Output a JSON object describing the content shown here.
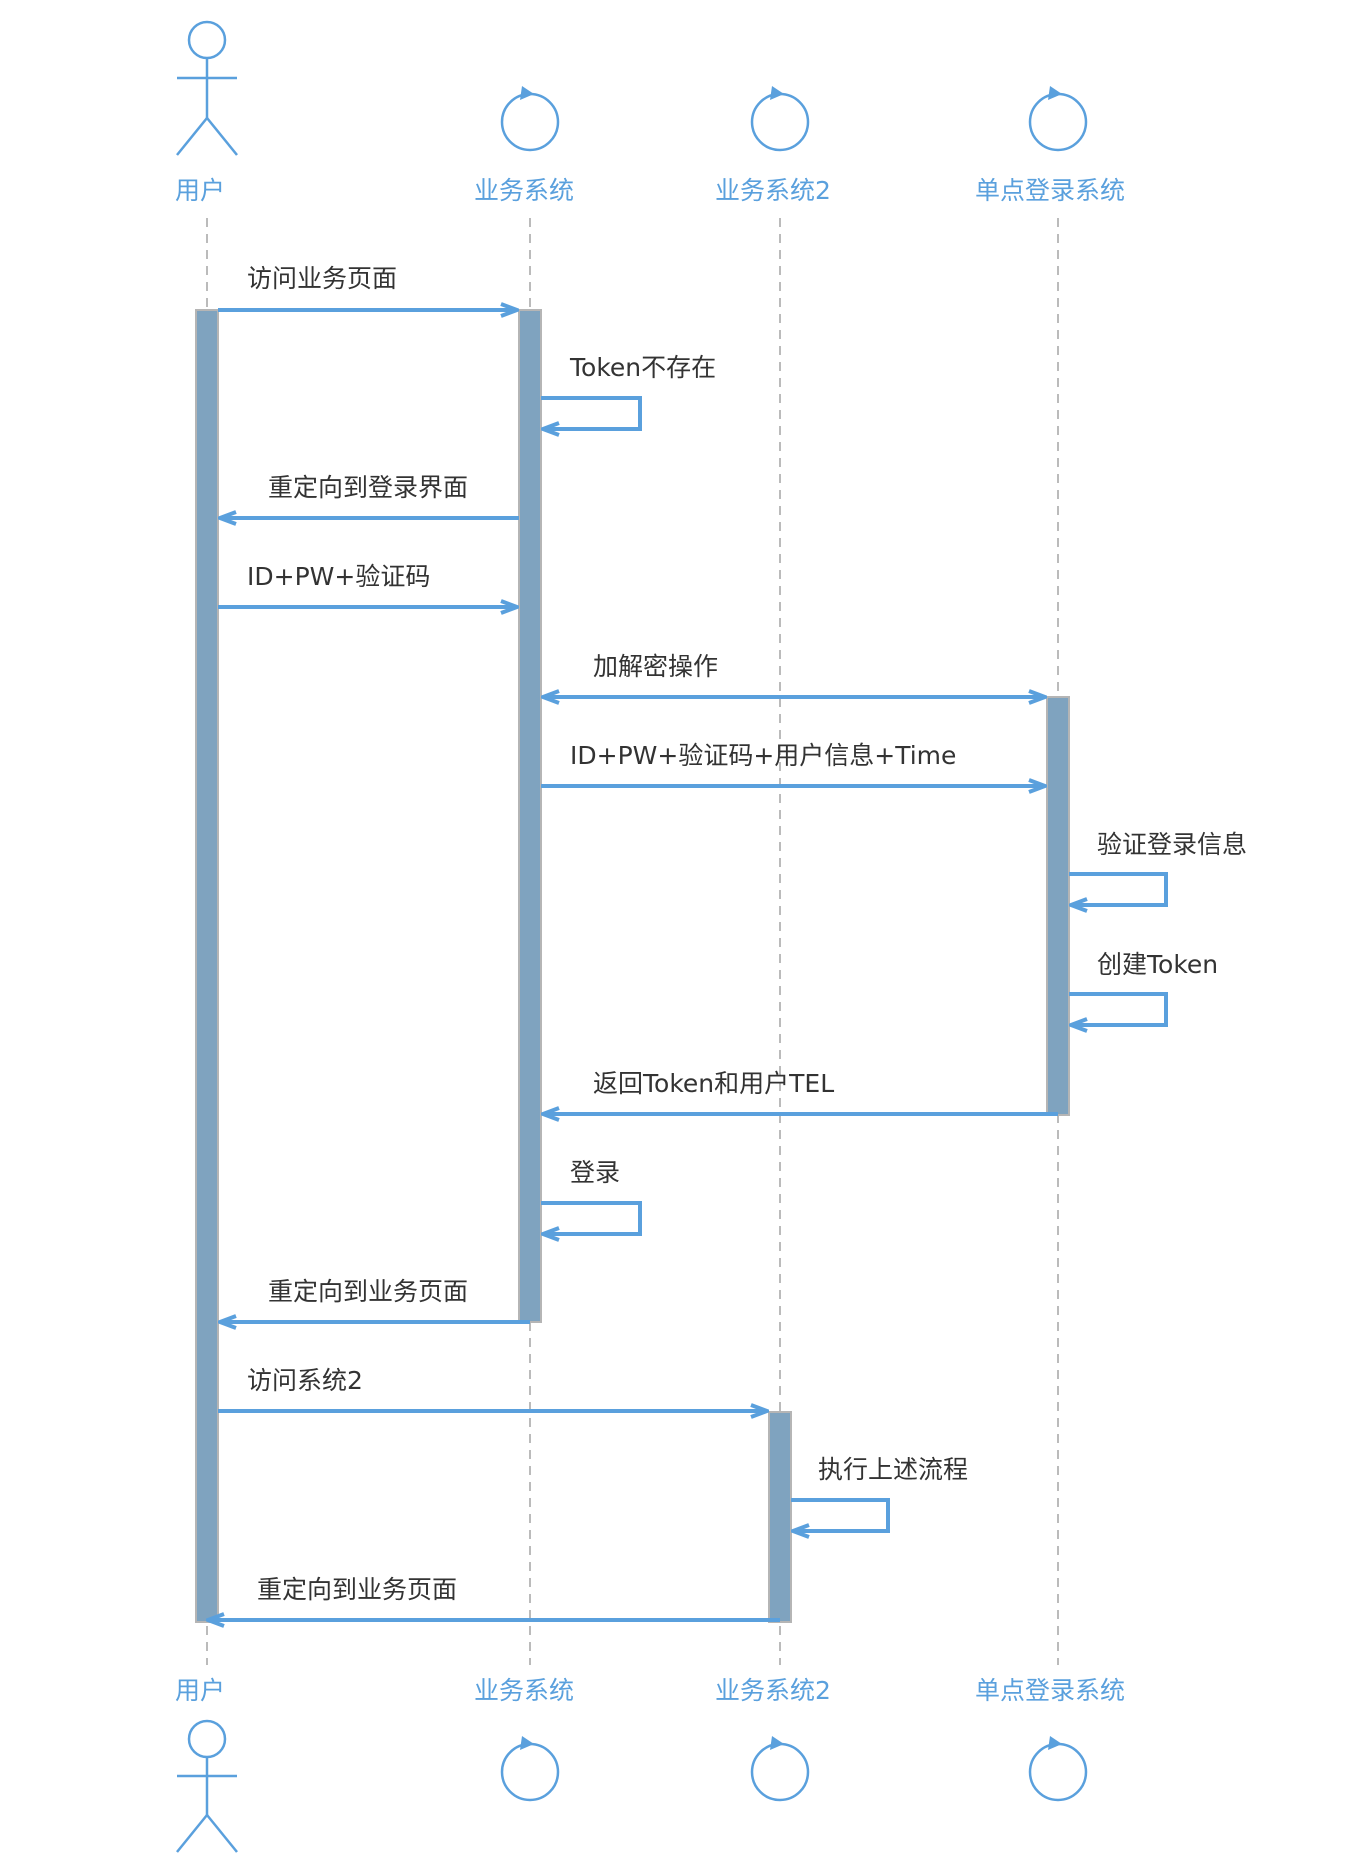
{
  "participants": [
    {
      "id": "user",
      "name": "用户",
      "kind": "actor"
    },
    {
      "id": "biz",
      "name": "业务系统",
      "kind": "control"
    },
    {
      "id": "biz2",
      "name": "业务系统2",
      "kind": "control"
    },
    {
      "id": "sso",
      "name": "单点登录系统",
      "kind": "control"
    }
  ],
  "messages": [
    {
      "from": "user",
      "to": "biz",
      "text": "访问业务页面"
    },
    {
      "from": "biz",
      "to": "biz",
      "text": "Token不存在"
    },
    {
      "from": "biz",
      "to": "user",
      "text": "重定向到登录界面"
    },
    {
      "from": "user",
      "to": "biz",
      "text": "ID+PW+验证码"
    },
    {
      "from": "biz",
      "to": "sso",
      "text": "加解密操作",
      "bidirectional": true
    },
    {
      "from": "biz",
      "to": "sso",
      "text": "ID+PW+验证码+用户信息+Time"
    },
    {
      "from": "sso",
      "to": "sso",
      "text": "验证登录信息"
    },
    {
      "from": "sso",
      "to": "sso",
      "text": "创建Token"
    },
    {
      "from": "sso",
      "to": "biz",
      "text": "返回Token和用户TEL"
    },
    {
      "from": "biz",
      "to": "biz",
      "text": "登录"
    },
    {
      "from": "biz",
      "to": "user",
      "text": "重定向到业务页面"
    },
    {
      "from": "user",
      "to": "biz2",
      "text": "访问系统2"
    },
    {
      "from": "biz2",
      "to": "biz2",
      "text": "执行上述流程"
    },
    {
      "from": "biz2",
      "to": "user",
      "text": "重定向到业务页面"
    }
  ],
  "colors": {
    "accent": "#5aa0dd",
    "activation": "#7fa3bf",
    "lifeline": "#bbbbbb",
    "text": "#333333"
  }
}
